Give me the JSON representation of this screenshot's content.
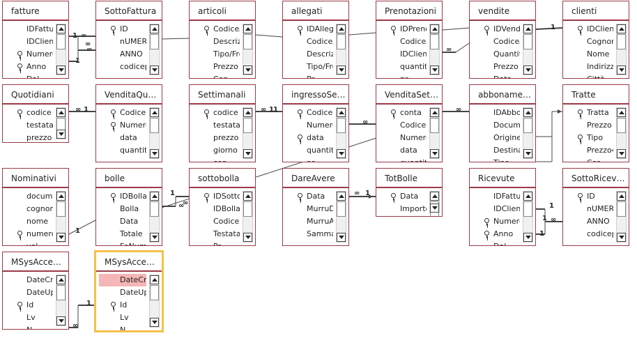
{
  "tables": [
    {
      "id": "fatture",
      "title": "fatture",
      "fields": [
        {
          "name": "IDFattu",
          "key": false
        },
        {
          "name": "IDClient",
          "key": false
        },
        {
          "name": "Numero",
          "key": true
        },
        {
          "name": "Anno",
          "key": true
        },
        {
          "name": "Dal",
          "key": false
        }
      ]
    },
    {
      "id": "sottofattura",
      "title": "SottoFattura",
      "fields": [
        {
          "name": "ID",
          "key": true
        },
        {
          "name": "nUMER",
          "key": false
        },
        {
          "name": "ANNO",
          "key": false
        },
        {
          "name": "codicep",
          "key": false
        }
      ]
    },
    {
      "id": "articoli",
      "title": "articoli",
      "fields": [
        {
          "name": "CodiceA",
          "key": true
        },
        {
          "name": "Descrizi",
          "key": false
        },
        {
          "name": "Tipo/Fre",
          "key": false
        },
        {
          "name": "Prezzo",
          "key": false
        },
        {
          "name": "Cop",
          "key": false
        }
      ]
    },
    {
      "id": "allegati",
      "title": "allegati",
      "fields": [
        {
          "name": "IDAllega",
          "key": true
        },
        {
          "name": "CodiceA",
          "key": false
        },
        {
          "name": "Descrizi",
          "key": false
        },
        {
          "name": "Tipo/Fre",
          "key": false
        },
        {
          "name": "Pr",
          "key": false
        }
      ]
    },
    {
      "id": "prenotazioni",
      "title": "Prenotazioni",
      "fields": [
        {
          "name": "IDPreno",
          "key": true
        },
        {
          "name": "CodiceA",
          "key": false
        },
        {
          "name": "IDClient",
          "key": false
        },
        {
          "name": "quantit",
          "key": false
        },
        {
          "name": "nr",
          "key": false
        }
      ]
    },
    {
      "id": "vendite",
      "title": "vendite",
      "fields": [
        {
          "name": "IDVend",
          "key": true
        },
        {
          "name": "CodiceA",
          "key": false
        },
        {
          "name": "Quantit",
          "key": false
        },
        {
          "name": "Prezzo",
          "key": false
        },
        {
          "name": "Data",
          "key": false
        }
      ]
    },
    {
      "id": "clienti",
      "title": "clienti",
      "fields": [
        {
          "name": "IDClient",
          "key": true
        },
        {
          "name": "Cognor",
          "key": false
        },
        {
          "name": "Nome",
          "key": false
        },
        {
          "name": "Indirizzo",
          "key": false
        },
        {
          "name": "Città",
          "key": false
        }
      ]
    },
    {
      "id": "quotidiani",
      "title": "Quotidiani",
      "fields": [
        {
          "name": "codice",
          "key": true
        },
        {
          "name": "testata",
          "key": false
        },
        {
          "name": "prezzo",
          "key": false
        }
      ]
    },
    {
      "id": "venditaquot",
      "title": "VenditaQuot...",
      "fields": [
        {
          "name": "Codice",
          "key": true
        },
        {
          "name": "Numero",
          "key": true
        },
        {
          "name": "data",
          "key": false
        },
        {
          "name": "quantit",
          "key": false
        }
      ]
    },
    {
      "id": "settimanali",
      "title": "Settimanali",
      "fields": [
        {
          "name": "codice",
          "key": true
        },
        {
          "name": "testata",
          "key": false
        },
        {
          "name": "prezzo",
          "key": false
        },
        {
          "name": "giorno",
          "key": false
        },
        {
          "name": "cop",
          "key": false
        }
      ]
    },
    {
      "id": "ingressosetti",
      "title": "ingressoSetti...",
      "fields": [
        {
          "name": "Codice",
          "key": true
        },
        {
          "name": "Numero",
          "key": false
        },
        {
          "name": "data",
          "key": true
        },
        {
          "name": "quantit",
          "key": false
        },
        {
          "name": "pr",
          "key": false
        }
      ]
    },
    {
      "id": "venditasetti",
      "title": "VenditaSetti...",
      "fields": [
        {
          "name": "conta",
          "key": true
        },
        {
          "name": "Codice",
          "key": false
        },
        {
          "name": "Numero",
          "key": false
        },
        {
          "name": "data",
          "key": false
        },
        {
          "name": "quantit",
          "key": false
        }
      ]
    },
    {
      "id": "abbonamenti",
      "title": "abbonamenti",
      "fields": [
        {
          "name": "IDAbbo",
          "key": false
        },
        {
          "name": "Docume",
          "key": false
        },
        {
          "name": "Origine",
          "key": false
        },
        {
          "name": "Destina",
          "key": false
        },
        {
          "name": "Tipo",
          "key": false
        }
      ]
    },
    {
      "id": "tratte",
      "title": "Tratte",
      "fields": [
        {
          "name": "Tratta",
          "key": true
        },
        {
          "name": "Prezzo",
          "key": false
        },
        {
          "name": "Tipo",
          "key": true
        },
        {
          "name": "Prezzo4",
          "key": false
        },
        {
          "name": "Cor",
          "key": false
        }
      ]
    },
    {
      "id": "nominativi",
      "title": "Nominativi",
      "fields": [
        {
          "name": "docume",
          "key": false
        },
        {
          "name": "cognom",
          "key": false
        },
        {
          "name": "nome",
          "key": false
        },
        {
          "name": "numero",
          "key": true
        },
        {
          "name": "vol",
          "key": false
        }
      ]
    },
    {
      "id": "bolle",
      "title": "bolle",
      "fields": [
        {
          "name": "IDBolla",
          "key": true
        },
        {
          "name": "Bolla",
          "key": false
        },
        {
          "name": "Data",
          "key": false
        },
        {
          "name": "Totale",
          "key": false
        },
        {
          "name": "FoNum",
          "key": false
        }
      ]
    },
    {
      "id": "sottobolla",
      "title": "sottobolla",
      "fields": [
        {
          "name": "IDSotto",
          "key": true
        },
        {
          "name": "IDBolla",
          "key": false
        },
        {
          "name": "Codice",
          "key": false
        },
        {
          "name": "Testata",
          "key": false
        },
        {
          "name": "Pr",
          "key": false
        }
      ]
    },
    {
      "id": "dareavere",
      "title": "DareAvere",
      "fields": [
        {
          "name": "Data",
          "key": true
        },
        {
          "name": "MurruD",
          "key": false
        },
        {
          "name": "MurruA",
          "key": false
        },
        {
          "name": "Sammal",
          "key": false
        }
      ]
    },
    {
      "id": "totbolle",
      "title": "TotBolle",
      "fields": [
        {
          "name": "Data",
          "key": true
        },
        {
          "name": "Importo",
          "key": false
        }
      ]
    },
    {
      "id": "ricevute",
      "title": "Ricevute",
      "fields": [
        {
          "name": "IDFattu",
          "key": false
        },
        {
          "name": "IDClient",
          "key": false
        },
        {
          "name": "Numero",
          "key": true
        },
        {
          "name": "Anno",
          "key": true
        },
        {
          "name": "Dal",
          "key": false
        }
      ]
    },
    {
      "id": "sottoricevuta",
      "title": "SottoRicevuta",
      "fields": [
        {
          "name": "ID",
          "key": true
        },
        {
          "name": "nUMER",
          "key": false
        },
        {
          "name": "ANNO",
          "key": false
        },
        {
          "name": "codicep",
          "key": false
        }
      ]
    },
    {
      "id": "msysaccess1",
      "title": "MSysAccess...",
      "fields": [
        {
          "name": "DateCre",
          "key": false
        },
        {
          "name": "DateUp",
          "key": false
        },
        {
          "name": "Id",
          "key": true
        },
        {
          "name": "Lv",
          "key": false
        },
        {
          "name": "N",
          "key": false
        }
      ]
    },
    {
      "id": "msysaccess2",
      "title": "MSysAccess...",
      "selected": true,
      "fields": [
        {
          "name": "DateCre",
          "key": false,
          "highlight": true
        },
        {
          "name": "DateUp",
          "key": false
        },
        {
          "name": "Id",
          "key": true
        },
        {
          "name": "Lv",
          "key": false
        },
        {
          "name": "N",
          "key": false
        }
      ]
    }
  ],
  "relationship_labels": [
    "1",
    "∞",
    "∞",
    "1",
    "∞",
    "∞",
    "1",
    "∞",
    "1",
    "∞",
    "1",
    "∞",
    "∞",
    "1",
    "∞",
    "1",
    "∞",
    "1",
    "1",
    "1",
    "∞",
    "1",
    "∞",
    "1",
    "∞",
    "1"
  ],
  "colors": {
    "table_border": "#9b3a48",
    "selected_border": "#f5c04a",
    "highlight": "#f4b6b6",
    "line": "#444444"
  }
}
